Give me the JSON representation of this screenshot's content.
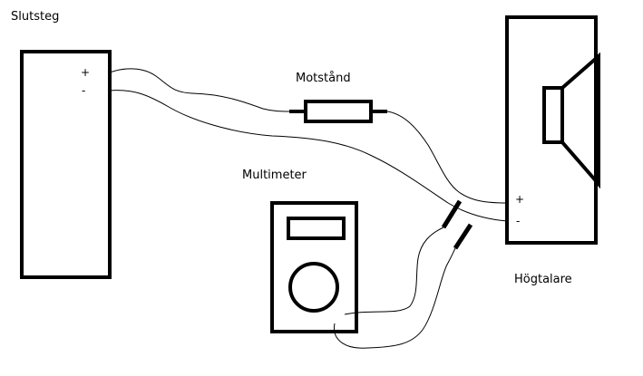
{
  "labels": {
    "amplifier": "Slutsteg",
    "resistor": "Motstånd",
    "multimeter": "Multimeter",
    "speaker": "Högtalare"
  },
  "terminals": {
    "amp_plus": "+",
    "amp_minus": "-",
    "spk_plus": "+",
    "spk_minus": "-"
  },
  "colors": {
    "stroke": "#000000",
    "background": "#ffffff"
  }
}
